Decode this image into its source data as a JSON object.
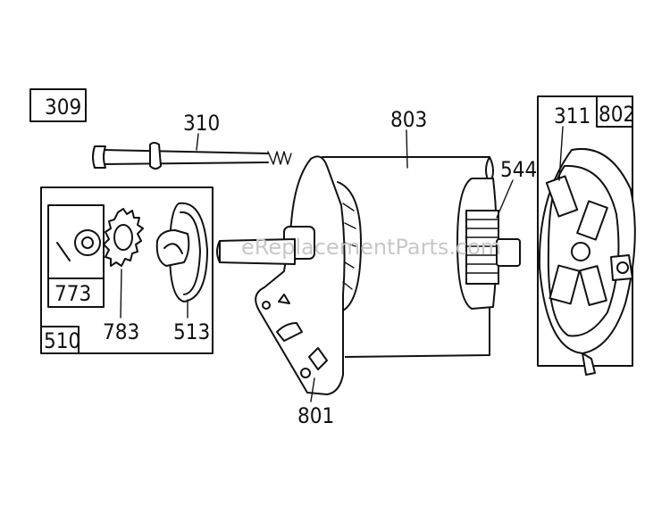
{
  "watermark": "eReplacementParts.com",
  "labels": {
    "p309": "309",
    "p310": "310",
    "p803": "803",
    "p544": "544",
    "p311": "311",
    "p802": "802",
    "p510": "510",
    "p773": "773",
    "p783": "783",
    "p513": "513",
    "p801": "801"
  }
}
